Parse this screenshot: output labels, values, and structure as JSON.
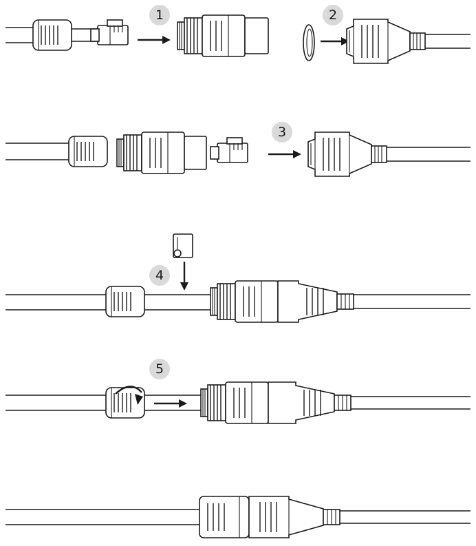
{
  "steps": [
    {
      "number": "1"
    },
    {
      "number": "2"
    },
    {
      "number": "3"
    },
    {
      "number": "4"
    },
    {
      "number": "5"
    }
  ]
}
